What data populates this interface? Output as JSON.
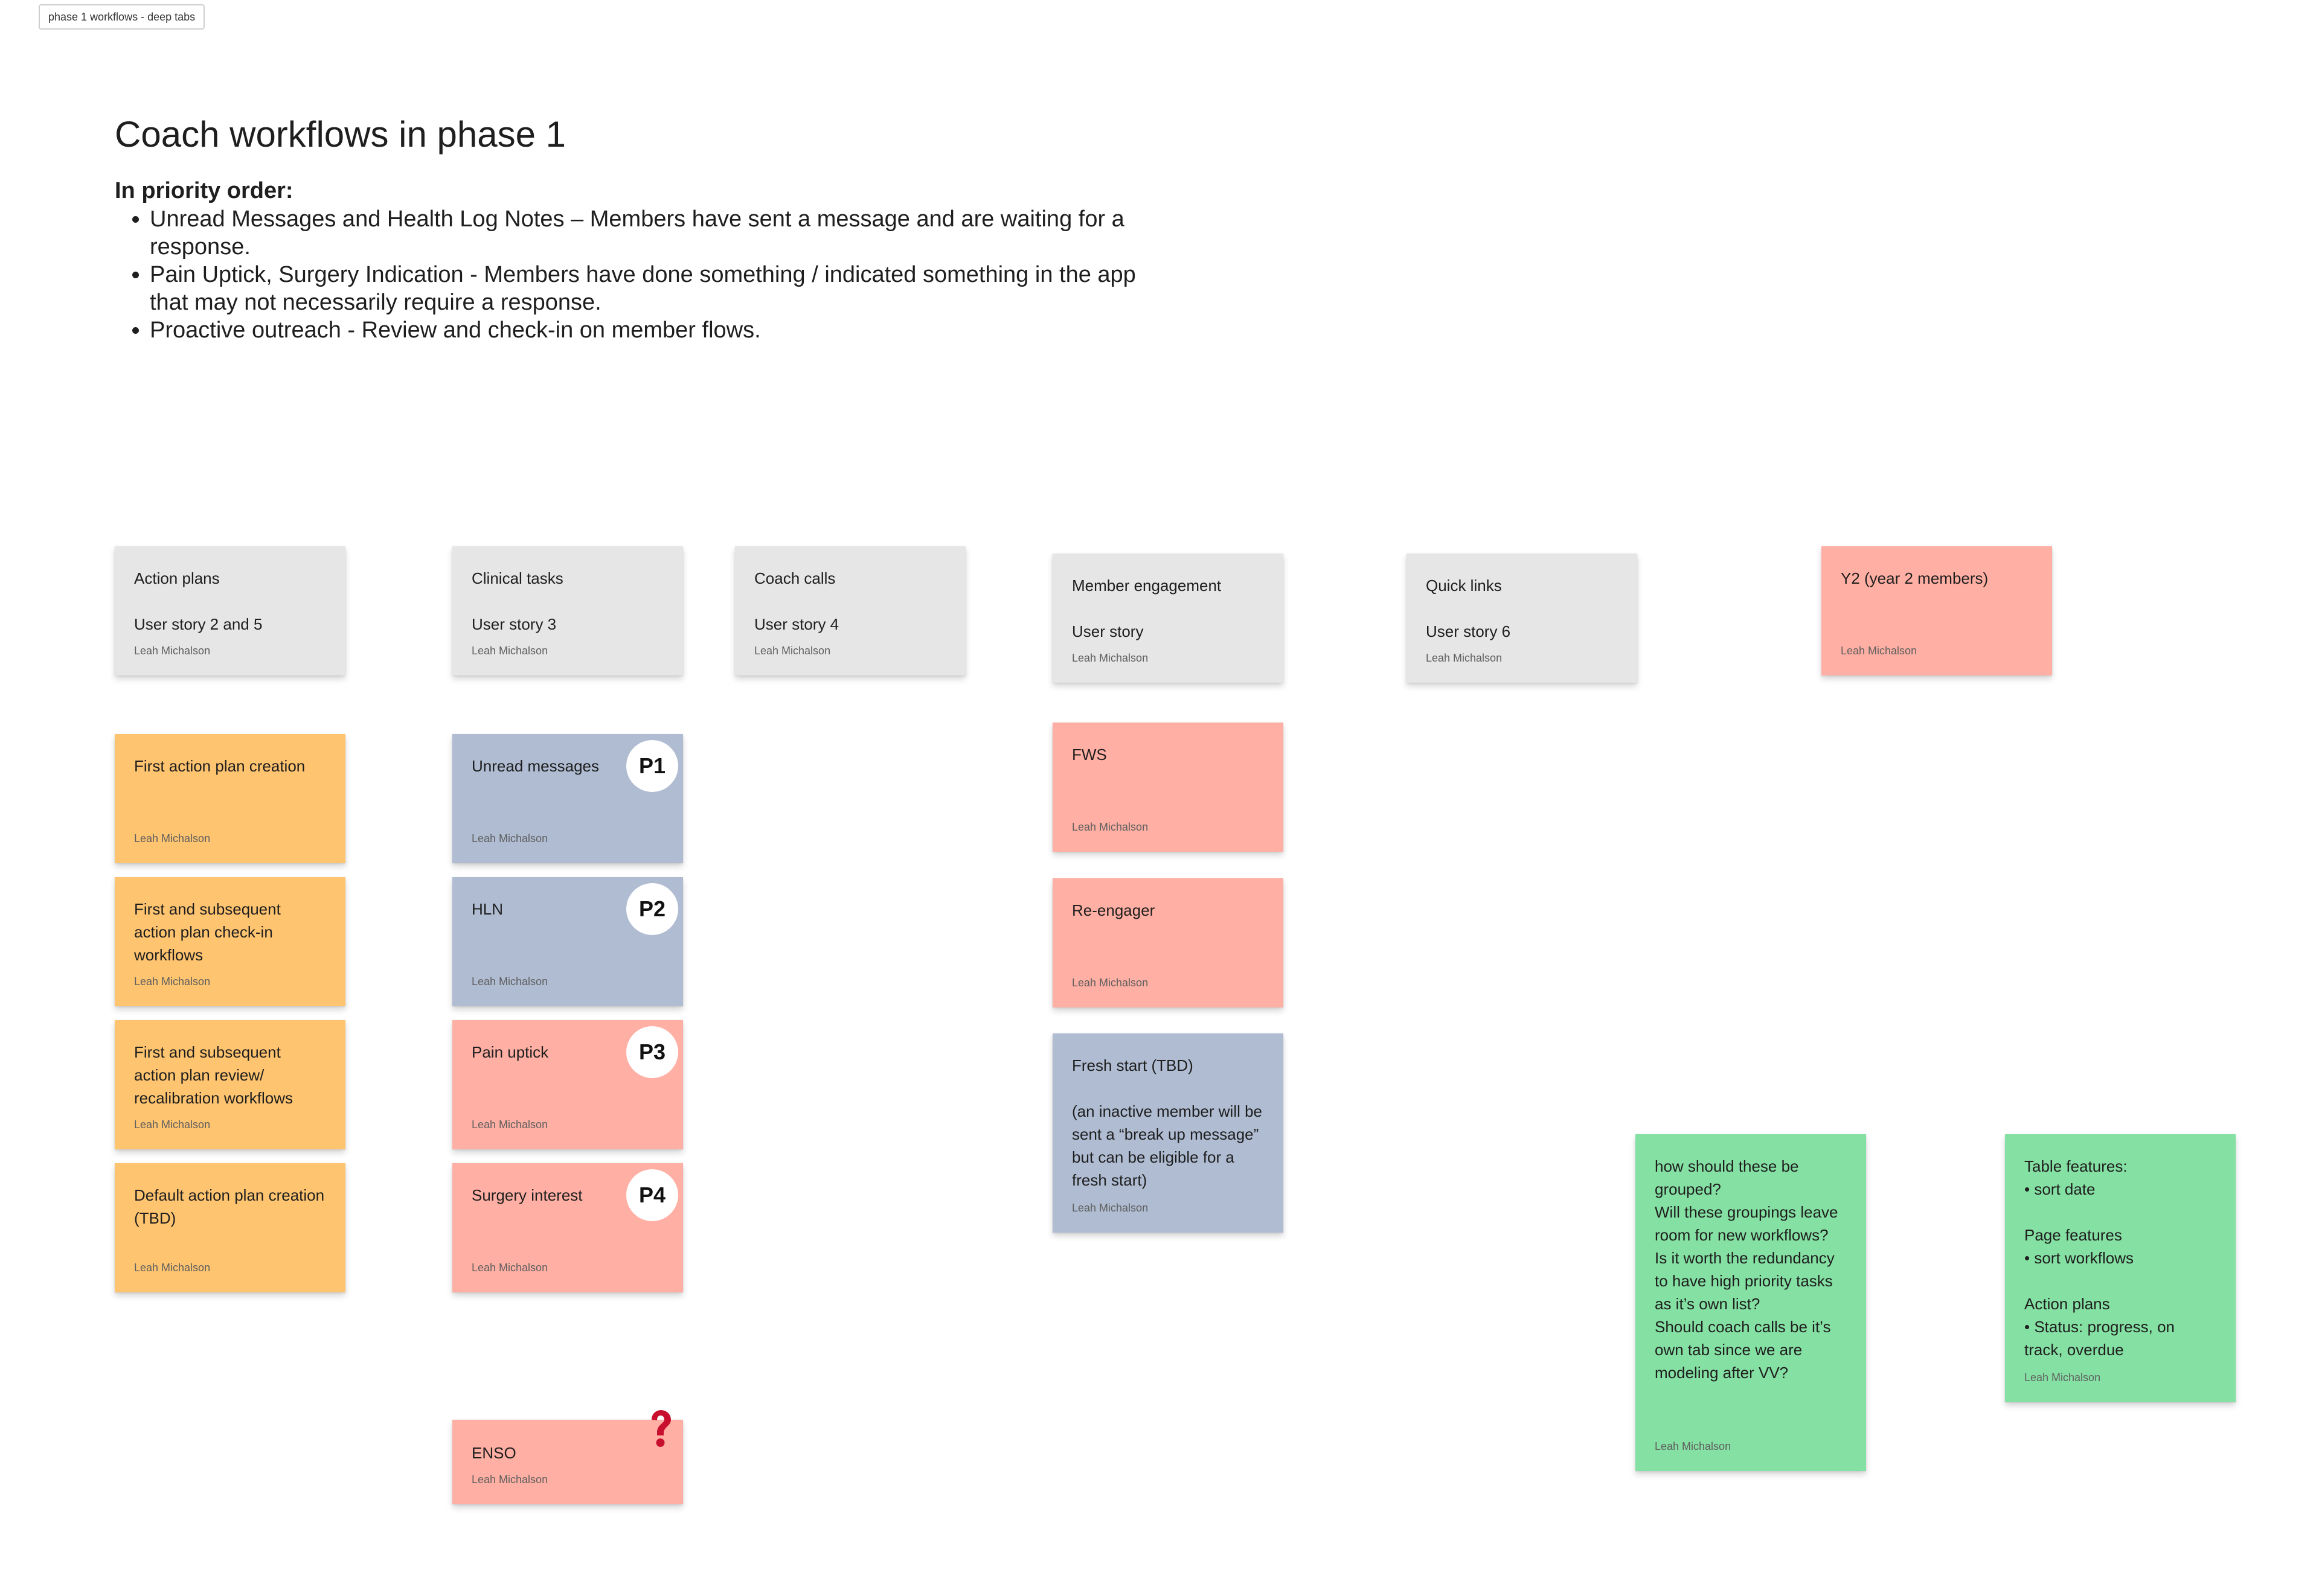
{
  "frame": {
    "label": "phase 1 workflows - deep tabs"
  },
  "header": {
    "title": "Coach workflows in phase 1",
    "priority_label": "In priority order:",
    "priorities": [
      "Unread Messages and Health Log Notes – Members have sent a message and are waiting for a response.",
      "Pain Uptick, Surgery Indication - Members have done something / indicated something in the app that may not necessarily require a response.",
      "Proactive outreach - Review and check-in on member flows."
    ]
  },
  "author": "Leah Michalson",
  "columns": {
    "action_plans": {
      "title": "Action plans",
      "subtitle": "User story 2 and 5"
    },
    "clinical_tasks": {
      "title": "Clinical tasks",
      "subtitle": "User story 3"
    },
    "coach_calls": {
      "title": "Coach calls",
      "subtitle": "User story 4"
    },
    "member_engagement": {
      "title": "Member engagement",
      "subtitle": "User story"
    },
    "quick_links": {
      "title": "Quick links",
      "subtitle": "User story 6"
    },
    "y2": {
      "title": "Y2 (year 2 members)"
    }
  },
  "action_plan_notes": [
    "First action plan creation",
    "First and subsequent action plan check-in workflows",
    "First and subsequent action plan review/ recalibration workflows",
    "Default action plan creation (TBD)"
  ],
  "clinical_notes": [
    {
      "label": "Unread messages",
      "badge": "P1",
      "color": "#afbcd2"
    },
    {
      "label": "HLN",
      "badge": "P2",
      "color": "#afbcd2"
    },
    {
      "label": "Pain uptick",
      "badge": "P3",
      "color": "#ffafa3"
    },
    {
      "label": "Surgery interest",
      "badge": "P4",
      "color": "#ffafa3"
    }
  ],
  "enso_note": {
    "label": "ENSO",
    "icon": "question-mark-icon",
    "icon_color": "#c8102e"
  },
  "engagement_notes": {
    "fws": "FWS",
    "reengager": "Re-engager",
    "fresh_start_title": "Fresh start (TBD)",
    "fresh_start_detail": "(an inactive member will be sent a “break up message” but can be eligible for a fresh start)"
  },
  "green_notes": {
    "questions": [
      "how should these be grouped?",
      "Will these groupings leave room for new workflows?",
      "Is it worth the redundancy to have high priority tasks as it’s own list?",
      "Should coach calls be it’s own tab since we are modeling after VV?"
    ],
    "features": [
      "Table features:",
      "• sort date",
      "",
      "Page features",
      "• sort workflows",
      "",
      "Action plans",
      "• Status: progress, on track, overdue"
    ]
  },
  "colors": {
    "gray": "#e6e6e6",
    "orange": "#ffc470",
    "blue": "#afbcd2",
    "red": "#ffafa3",
    "green": "#85e0a3"
  }
}
